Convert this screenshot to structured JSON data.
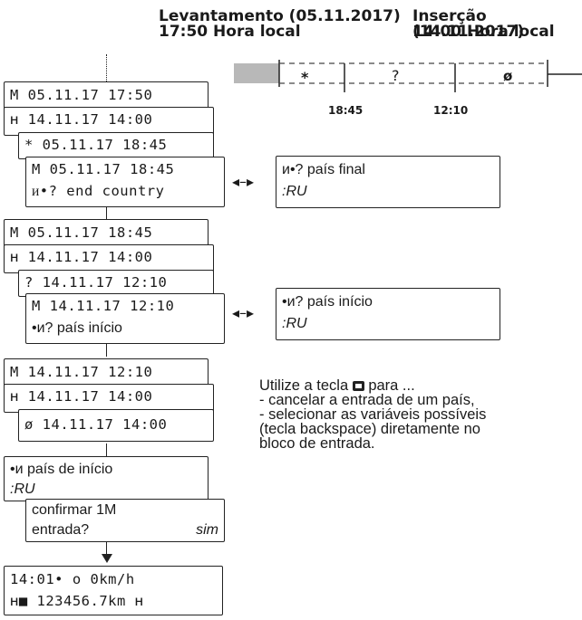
{
  "header": {
    "left_line1": "Levantamento (05.11.2017)",
    "left_line2": "17:50 Hora local",
    "right_line1": "Inserção (14.11.2017)",
    "right_line2": "14:00 Hora local"
  },
  "timeline": {
    "symbols": [
      "*",
      "?",
      "ø"
    ],
    "times": [
      "18:45",
      "12:10"
    ]
  },
  "block1": {
    "l1": "M 05.11.17 17:50",
    "l2": "ʜ 14.11.17 14:00",
    "l3": "* 05.11.17 18:45",
    "l4": "M 05.11.17 18:45",
    "l5": "ᴎ•? end country"
  },
  "side1": {
    "l1": "ᴎ•? país final",
    "l2": ":RU"
  },
  "block2": {
    "l1": "M 05.11.17 18:45",
    "l2": "ʜ 14.11.17 14:00",
    "l3": "? 14.11.17 12:10",
    "l4": "M 14.11.17 12:10",
    "l5": "•ᴎ? país início"
  },
  "side2": {
    "l1": "•ᴎ? país início",
    "l2": ":RU"
  },
  "block3": {
    "l1": "M 14.11.17 12:10",
    "l2": "ʜ 14.11.17 14:00",
    "l3": "ø 14.11.17 14:00"
  },
  "note": {
    "line1_pre": "Utilize a tecla",
    "line1_post": "para ...",
    "line2": "- cancelar a entrada de um país,",
    "line3": "- selecionar as variáveis possíveis",
    "line4": "(tecla backspace) diretamente no",
    "line5": "bloco de entrada."
  },
  "block4": {
    "l1": "•ᴎ país de início",
    "l2": ":RU",
    "l3": "confirmar 1M",
    "l4": "entrada?",
    "l4b": "sim"
  },
  "block5": {
    "l1": "14:01• o    0km/h",
    "l2": "ʜ■ 123456.7km  ʜ"
  }
}
